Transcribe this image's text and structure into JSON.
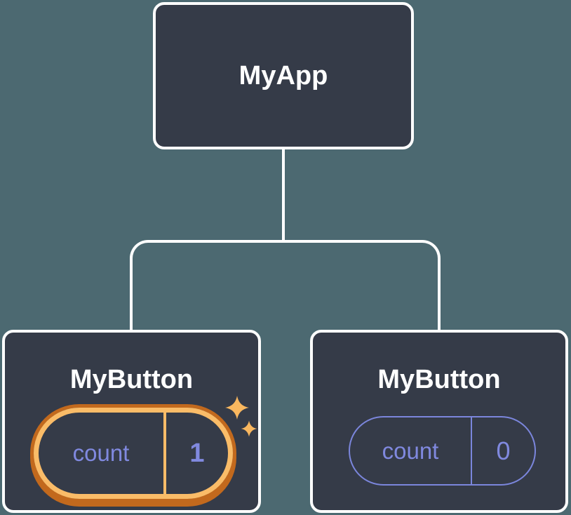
{
  "theme": {
    "canvas_bg": "#4C6971",
    "node_bg": "#353B48",
    "node_border": "#FFFFFF",
    "connector": "#FFFFFF",
    "title_color": "#FFFFFF",
    "text_purple": "#8089DF",
    "accent_purple": "#7B86DC",
    "accent_orange_light": "#FABC68",
    "accent_orange_dark": "#C2691D",
    "sparkle_color": "#F9B75F"
  },
  "tree": {
    "root": {
      "label": "MyApp"
    },
    "children": [
      {
        "label": "MyButton",
        "highlighted": true,
        "state": {
          "name": "count",
          "value": "1"
        }
      },
      {
        "label": "MyButton",
        "highlighted": false,
        "state": {
          "name": "count",
          "value": "0"
        }
      }
    ]
  }
}
